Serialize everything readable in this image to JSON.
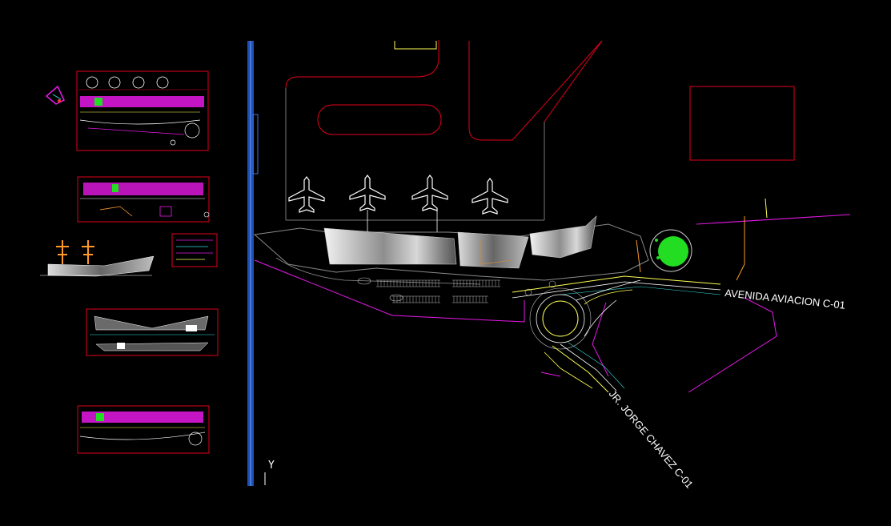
{
  "viewport": {
    "background": "#000000",
    "road_labels": {
      "avenida": "AVENIDA AVIACION C-01",
      "jorge": "JR. JORGE CHAVEZ C-01"
    },
    "ucs_icon": {
      "axis_y": "Y"
    }
  },
  "colors": {
    "red": "#e0001a",
    "magenta": "#e619e6",
    "white": "#ffffff",
    "yellow": "#ffff55",
    "green": "#22dd22",
    "blue_bar": "#1f4fb0",
    "gray": "#aaaaaa",
    "orange": "#ff9a2a",
    "cyan": "#33dddd"
  },
  "icons": [
    "airplane-icon",
    "ucs-axis-icon"
  ]
}
